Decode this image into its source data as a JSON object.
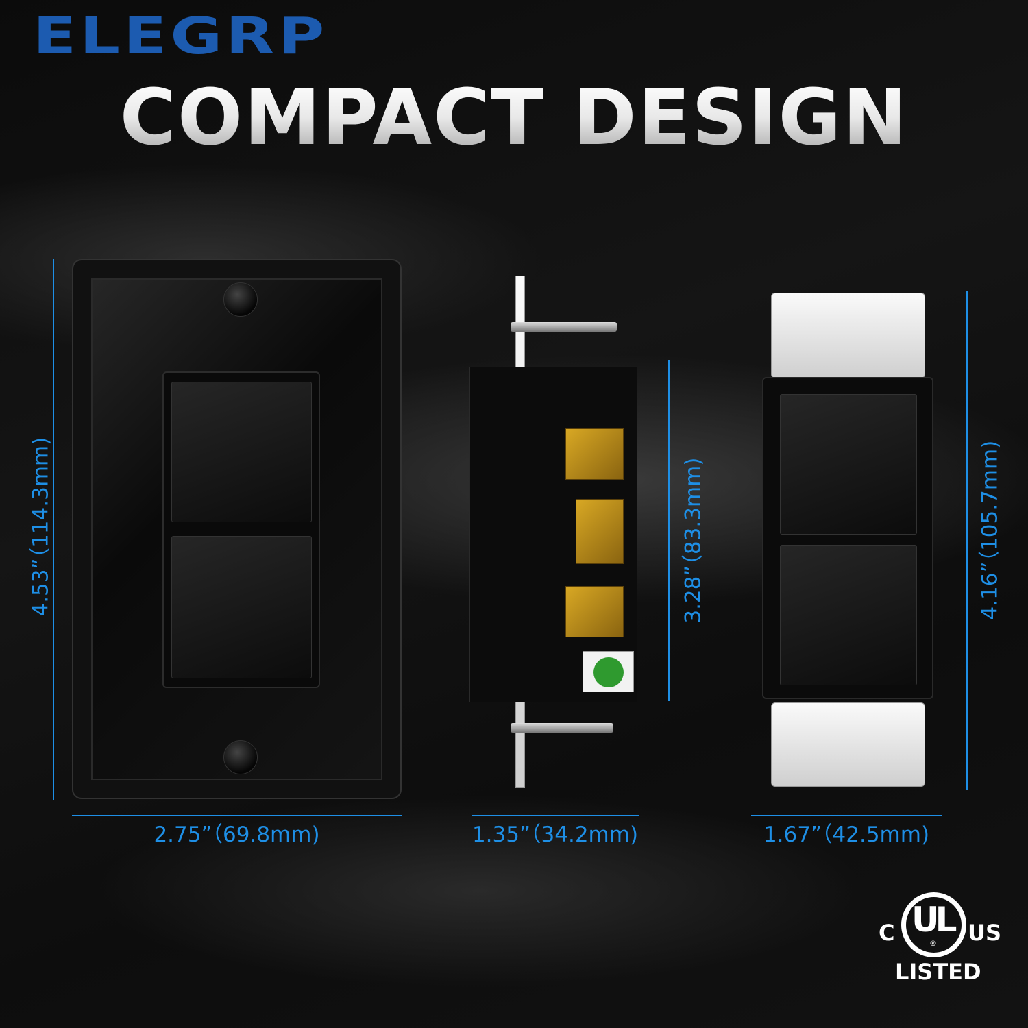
{
  "brand": {
    "logo": "ELEGRP",
    "logo_color": "#1c5bb0"
  },
  "headline": "COMPACT DESIGN",
  "accent_color": "#1e8fe6",
  "dimensions": {
    "wall_plate": {
      "height": "4.53”（114.3mm)",
      "width": "2.75”（69.8mm)"
    },
    "side_view": {
      "height": "3.28”（83.3mm)",
      "depth": "1.35”（34.2mm)"
    },
    "switch_front": {
      "height": "4.16”（105.7mm)",
      "width": "1.67”（42.5mm)"
    }
  },
  "certification": {
    "c": "C",
    "mark": "UL",
    "registered": "®",
    "us": "US",
    "listed": "LISTED"
  }
}
